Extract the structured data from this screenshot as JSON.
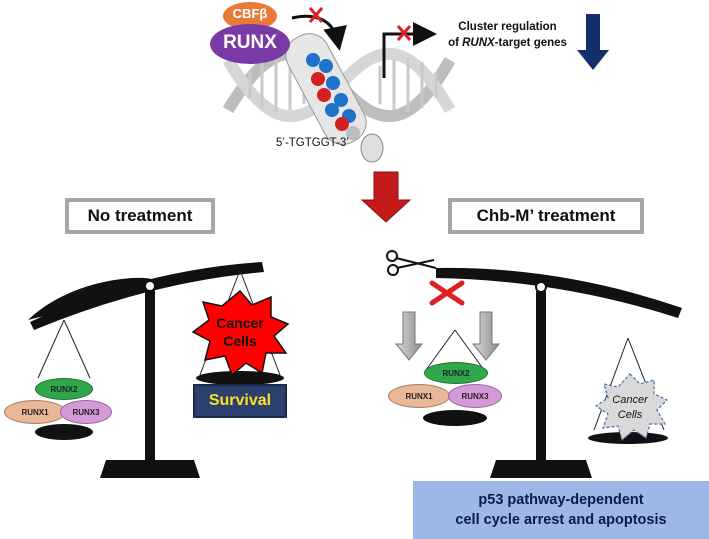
{
  "top": {
    "cbfb_label": "CBFβ",
    "runx_label": "RUNX",
    "motif_label": "5’-TGTGGT-3’",
    "cluster_line1": "Cluster regulation",
    "cluster_line2_prefix": "of ",
    "cluster_line2_italic": "RUNX",
    "cluster_line2_suffix": "-target genes"
  },
  "left": {
    "title": "No treatment",
    "cancer_line1": "Cancer",
    "cancer_line2": "Cells",
    "survival_label": "Survival",
    "runx2": "RUNX2",
    "runx1": "RUNX1",
    "runx3": "RUNX3"
  },
  "right": {
    "title": "Chb-M’ treatment",
    "cancer_line1": "Cancer",
    "cancer_line2": "Cells",
    "runx2": "RUNX2",
    "runx1": "RUNX1",
    "runx3": "RUNX3",
    "outcome_line1": "p53 pathway-dependent",
    "outcome_line2": "cell cycle arrest and apoptosis"
  },
  "colors": {
    "cbfb": "#e97a3a",
    "runx": "#7a3aa6",
    "runx2_pill": "#2fa84c",
    "runx1_pill": "#e8b898",
    "runx3_pill": "#d49ad8",
    "cancer_red": "#ff0000",
    "down_arrow": "#13306b",
    "red_arrow": "#c41a1a",
    "outcome_box": "#9db8e6"
  }
}
